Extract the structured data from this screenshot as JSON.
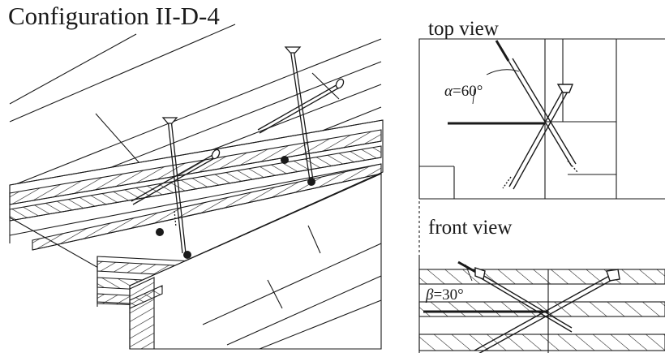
{
  "title": "Configuration II-D-4",
  "top_view": {
    "label": "top view",
    "angle_symbol": "α",
    "angle_value": "=60°"
  },
  "front_view": {
    "label": "front view",
    "angle_symbol": "β",
    "angle_value": "=30°"
  }
}
